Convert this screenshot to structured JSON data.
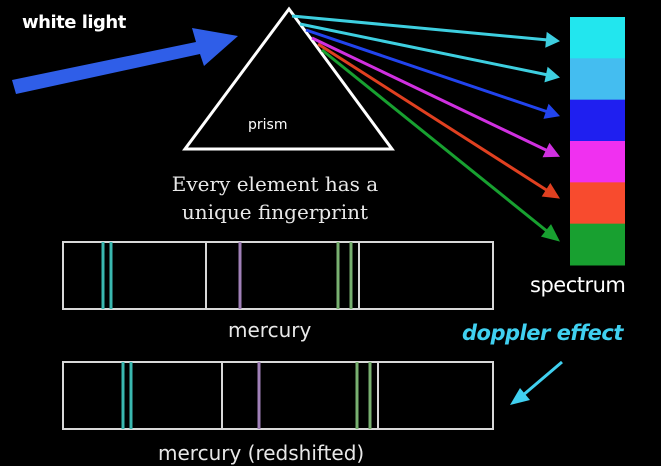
{
  "labels": {
    "white_light": "white light",
    "prism": "prism",
    "caption": "Every element has a unique fingerprint",
    "spectrum": "spectrum",
    "doppler_effect": "doppler effect",
    "mercury": "mercury",
    "mercury_redshifted": "mercury (redshifted)"
  },
  "colors": {
    "background": "#000000",
    "white_light_arrow": "#2f5ee8",
    "prism_outline": "#ffffff",
    "spectrum_bands": [
      "#22e6ee",
      "#44bdf0",
      "#1f1ff0",
      "#f030f0",
      "#f84b2e",
      "#18a030"
    ],
    "ray_colors": [
      "#3ecfe0",
      "#3ecfe0",
      "#2244ee",
      "#d030e0",
      "#e04020",
      "#18a030"
    ],
    "mercury_lines": {
      "cyan": "#3ab8b0",
      "violet": "#a080b8",
      "green": "#78b070",
      "white": "#d8d8d8"
    },
    "doppler_arrow": "#40d0f0"
  },
  "icons": [
    "white-light-arrow-icon",
    "prism-triangle-icon",
    "doppler-arrow-icon"
  ]
}
